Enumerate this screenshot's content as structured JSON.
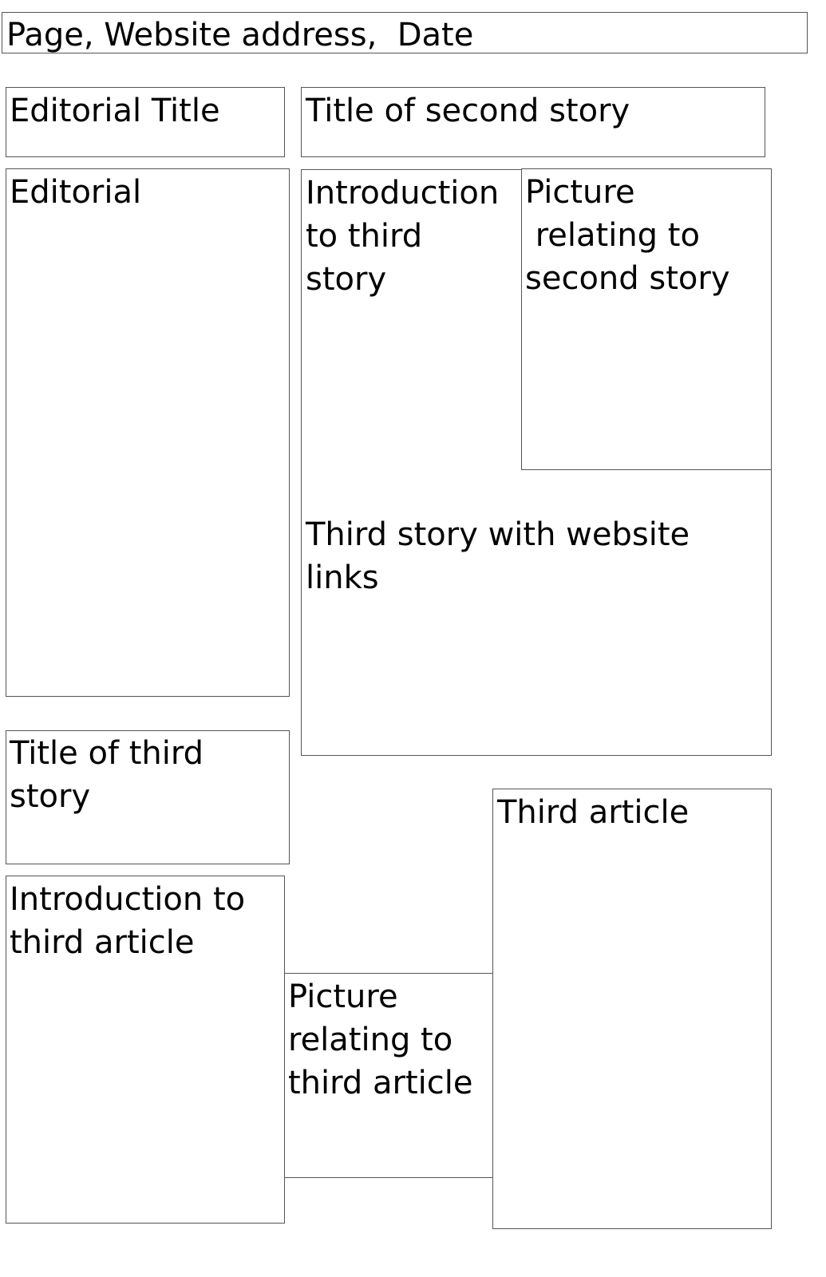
{
  "layout_sketch": {
    "header": "Page, Website address,  Date",
    "editorial_title": "Editorial Title",
    "second_story_title": "Title of second story",
    "editorial": "Editorial",
    "intro_third_story": "Introduction\nto third\nstory",
    "picture_second_story": "Picture\n relating to\nsecond story",
    "third_story_links": "Third story with website\nlinks",
    "third_story_title": "Title of third\nstory",
    "third_article": "Third article",
    "intro_third_article": "Introduction to\nthird article",
    "picture_third_article": "Picture\nrelating to\nthird article"
  }
}
